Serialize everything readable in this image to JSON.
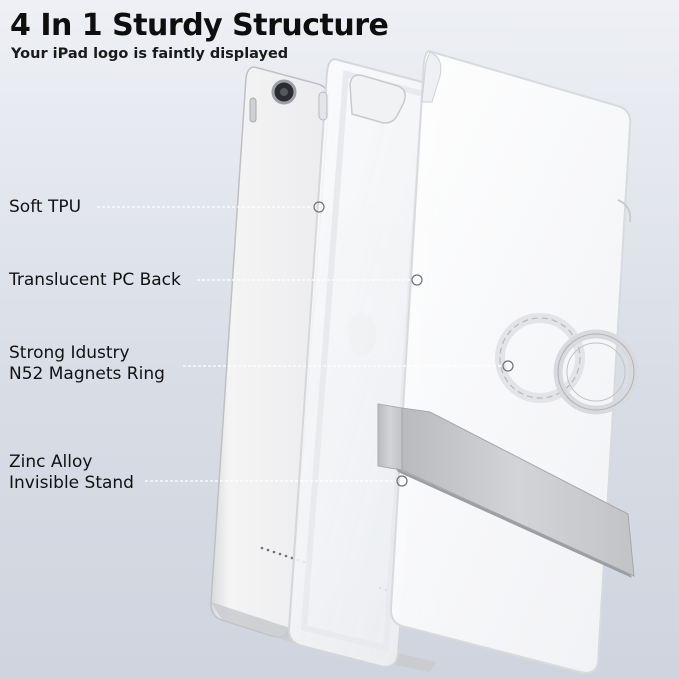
{
  "header": {
    "title": "4 In 1 Sturdy Structure",
    "subtitle": "Your iPad logo is faintly displayed"
  },
  "callouts": [
    {
      "id": "soft-tpu",
      "lines": [
        "Soft TPU"
      ]
    },
    {
      "id": "pc-back",
      "lines": [
        "Translucent PC Back"
      ]
    },
    {
      "id": "magnets-ring",
      "lines": [
        "Strong Idustry",
        "N52 Magnets Ring"
      ]
    },
    {
      "id": "stand",
      "lines": [
        "Zinc Alloy",
        "Invisible Stand"
      ]
    }
  ],
  "colors": {
    "leader_line": "#ffffff",
    "stand": "#c7c7c9",
    "ring": "#d9dadd"
  },
  "icons": [
    "tablet-illustration",
    "camera-icon",
    "magnet-ring-icon",
    "kickstand-icon",
    "callout-dot-icon"
  ]
}
